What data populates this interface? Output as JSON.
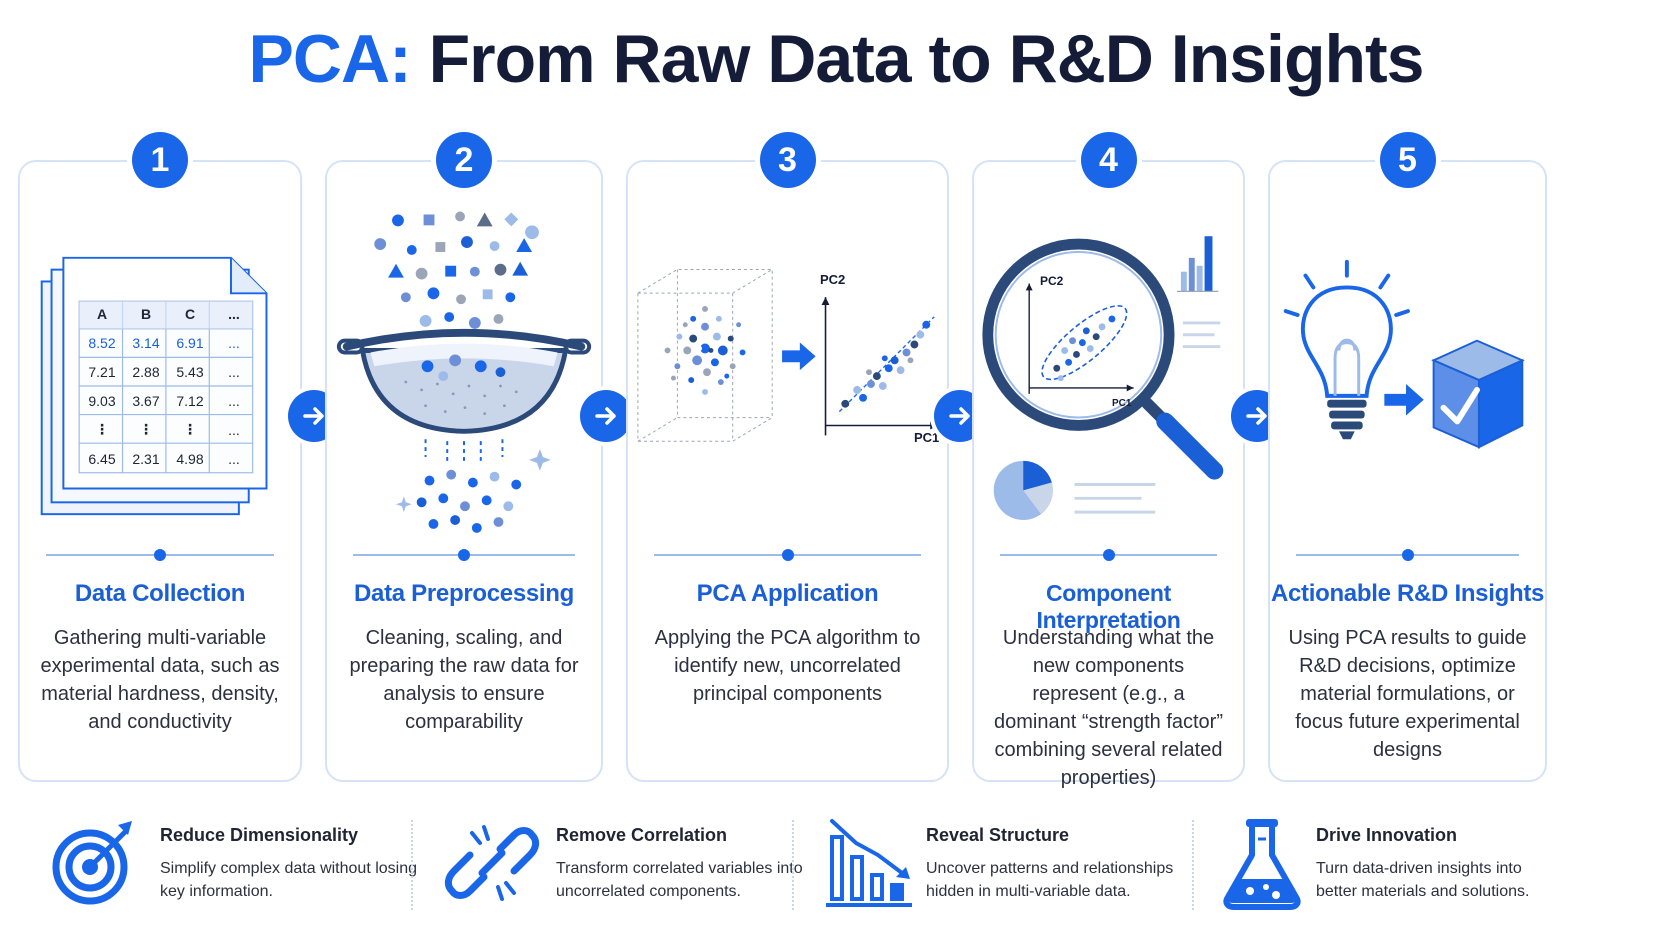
{
  "title": {
    "accent": "PCA:",
    "main": " From Raw Data to R&D Insights"
  },
  "colors": {
    "primary": "#1a66e8",
    "heading": "#141c38",
    "border": "#d6e3f7"
  },
  "steps": [
    {
      "number": "1",
      "title": "Data Collection",
      "description": "Gathering multi-variable experimental data, such as material hardness, density, and conductivity",
      "table": {
        "headers": [
          "A",
          "B",
          "C",
          "..."
        ],
        "rows": [
          [
            "8.52",
            "3.14",
            "6.91",
            "..."
          ],
          [
            "7.21",
            "2.88",
            "5.43",
            "..."
          ],
          [
            "9.03",
            "3.67",
            "7.12",
            "..."
          ],
          [
            "⋮",
            "⋮",
            "⋮",
            "..."
          ],
          [
            "6.45",
            "2.31",
            "4.98",
            "..."
          ]
        ]
      }
    },
    {
      "number": "2",
      "title": "Data Preprocessing",
      "description": "Cleaning, scaling, and preparing the raw data for analysis to ensure comparability"
    },
    {
      "number": "3",
      "title": "PCA Application",
      "description": "Applying the PCA algorithm to identify new, uncorrelated principal components",
      "axes": {
        "y": "PC2",
        "x": "PC1"
      }
    },
    {
      "number": "4",
      "title": "Component Interpretation",
      "description": "Understanding what the new components represent (e.g., a dominant “strength factor” combining several related properties)",
      "axes": {
        "y": "PC2",
        "x": "PC1"
      }
    },
    {
      "number": "5",
      "title": "Actionable R&D Insights",
      "description": "Using PCA results to guide R&D decisions, optimize material formulations, or focus future experimental designs"
    }
  ],
  "benefits": [
    {
      "icon": "target-icon",
      "title": "Reduce Dimensionality",
      "description": "Simplify complex data without losing key information."
    },
    {
      "icon": "broken-link-icon",
      "title": "Remove Correlation",
      "description": "Transform correlated variables into uncorrelated components."
    },
    {
      "icon": "declining-bar-chart-icon",
      "title": "Reveal Structure",
      "description": "Uncover patterns and relationships hidden in multi-variable data."
    },
    {
      "icon": "flask-icon",
      "title": "Drive Innovation",
      "description": "Turn data-driven insights into better materials and solutions."
    }
  ]
}
